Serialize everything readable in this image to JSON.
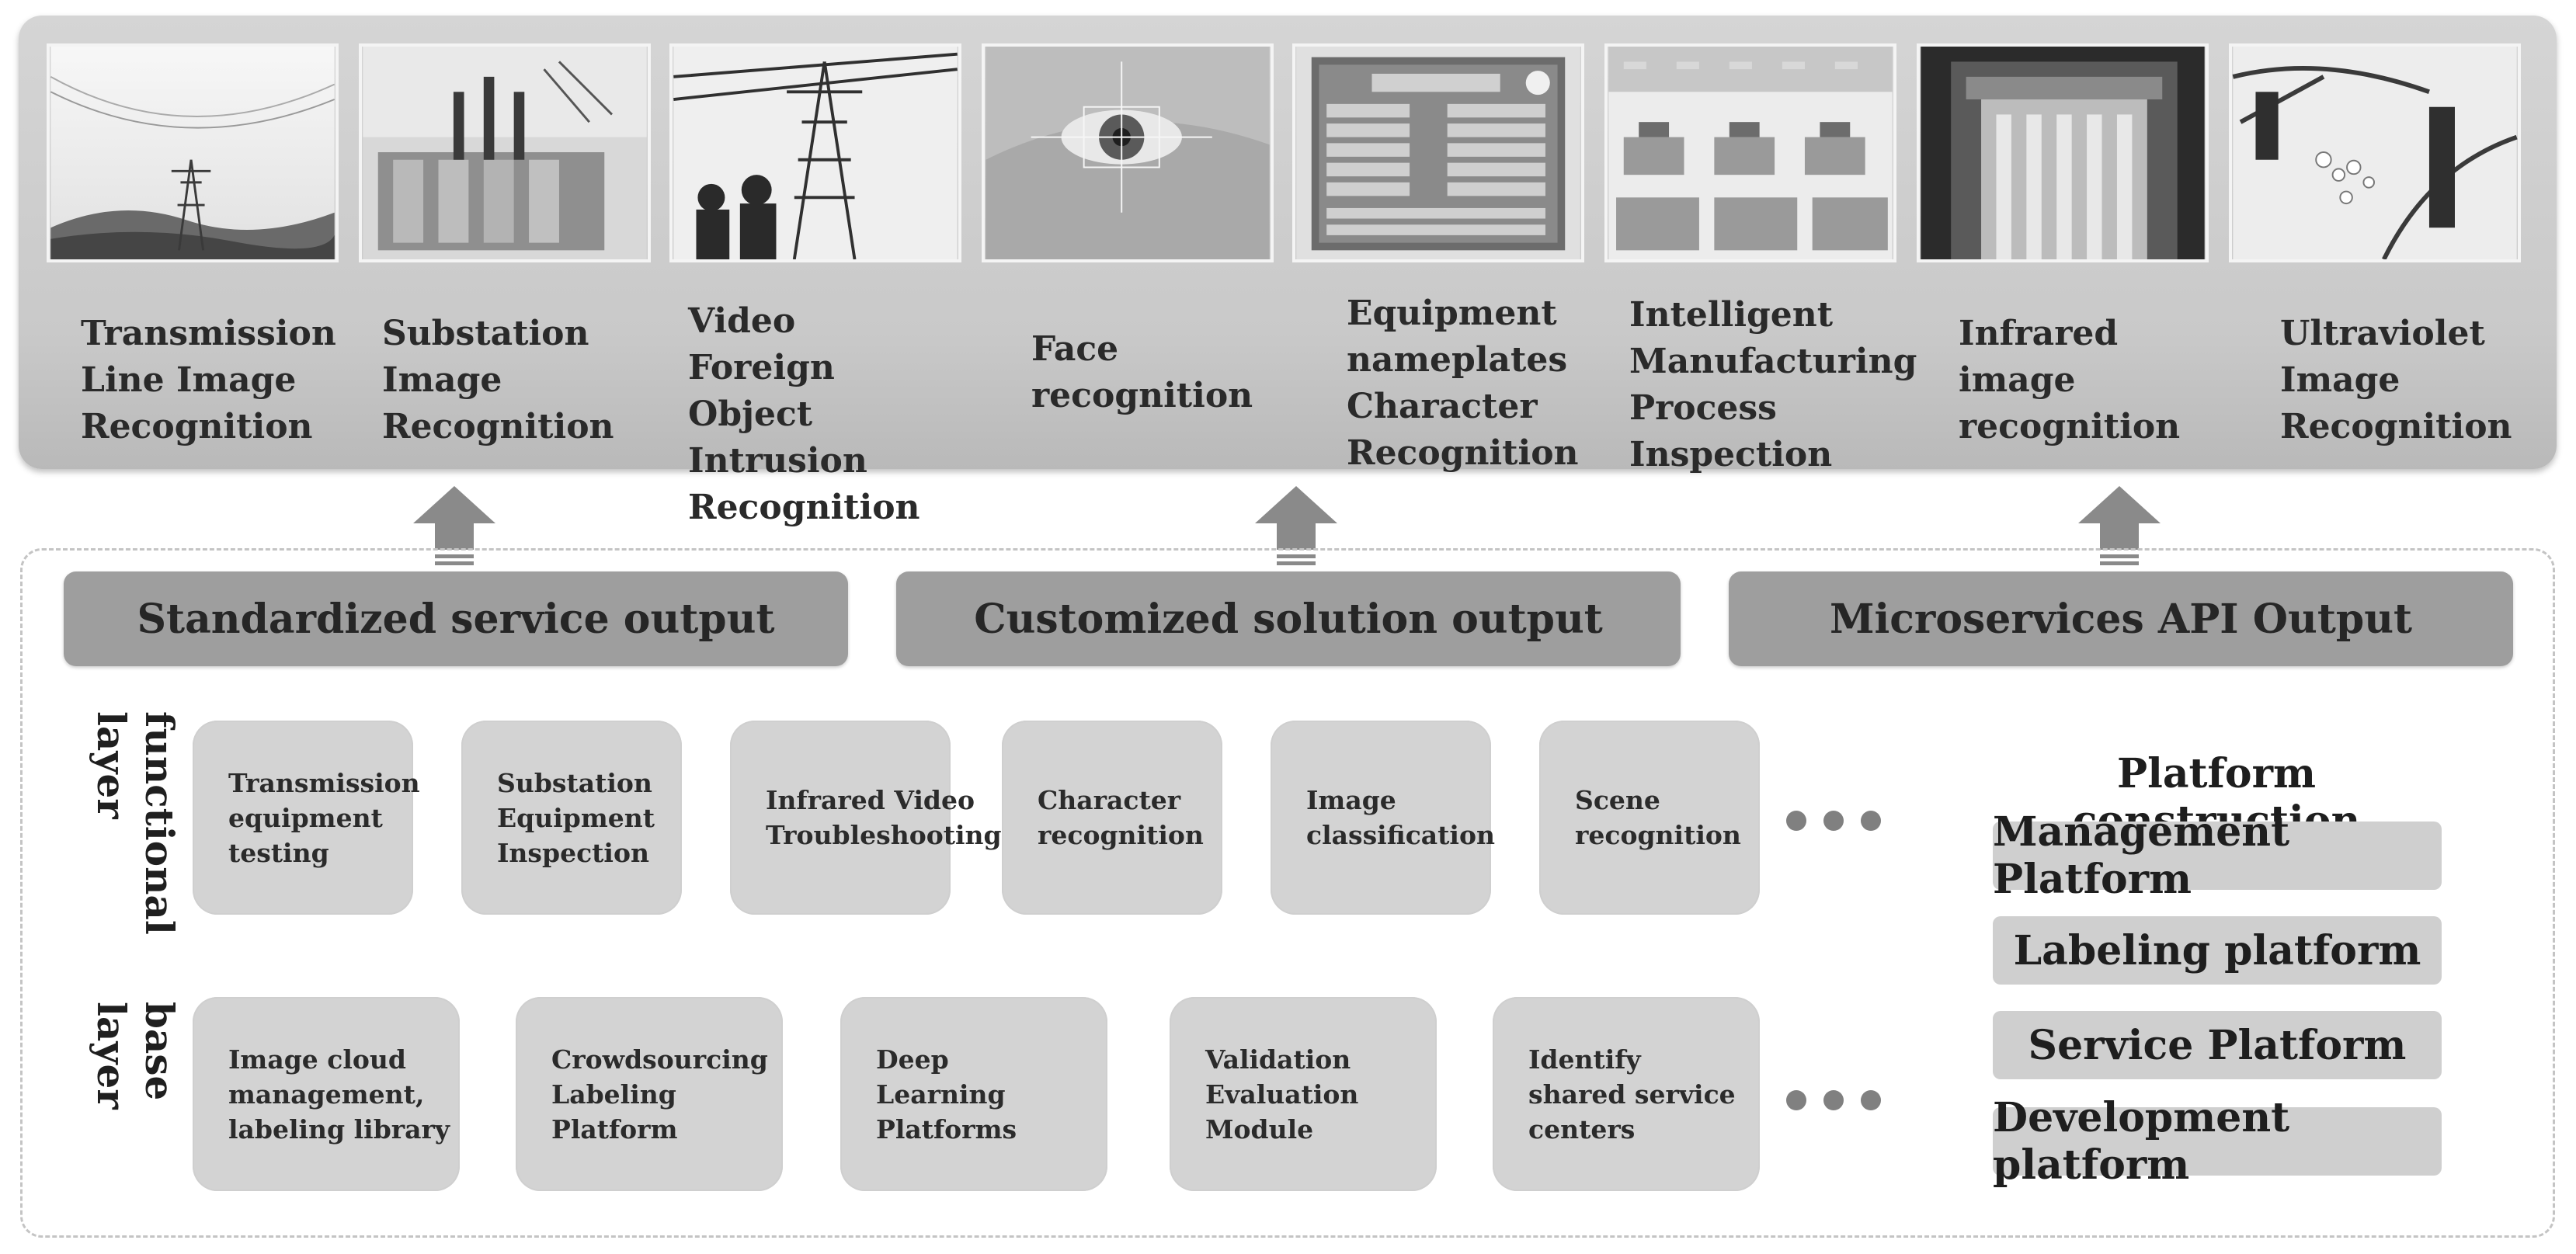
{
  "applications": [
    {
      "id": "transmission-line",
      "icon": "transmission-tower-landscape-photo",
      "lines": [
        "Transmission",
        "Line Image",
        "Recognition"
      ]
    },
    {
      "id": "substation",
      "icon": "substation-transformer-photo",
      "lines": [
        "Substation",
        "Image",
        "Recognition"
      ]
    },
    {
      "id": "video-foreign-object",
      "icon": "workers-and-pylon-photo",
      "lines": [
        "Video Foreign",
        "Object",
        "Intrusion",
        "Recognition"
      ]
    },
    {
      "id": "face",
      "icon": "eye-target-photo",
      "lines": [
        "Face",
        "recognition"
      ]
    },
    {
      "id": "nameplate",
      "icon": "equipment-nameplate-photo",
      "lines": [
        "Equipment",
        "nameplates",
        "Character",
        "Recognition"
      ]
    },
    {
      "id": "manufacturing",
      "icon": "factory-floor-photo",
      "lines": [
        "Intelligent",
        "Manufacturing",
        "Process",
        "Inspection"
      ]
    },
    {
      "id": "infrared",
      "icon": "infrared-thermal-photo",
      "lines": [
        "Infrared",
        "image",
        "recognition"
      ]
    },
    {
      "id": "ultraviolet",
      "icon": "ultraviolet-insulator-photo",
      "lines": [
        "Ultraviolet",
        "Image",
        "Recognition"
      ]
    }
  ],
  "outputs": [
    {
      "id": "standardized",
      "label": "Standardized service output"
    },
    {
      "id": "customized",
      "label": "Customized solution output"
    },
    {
      "id": "microservices",
      "label": "Microservices API Output"
    }
  ],
  "functional_layer": {
    "label": [
      "functional",
      "layer"
    ],
    "items": [
      {
        "id": "transmission-equipment-testing",
        "lines": [
          "Transmission",
          "equipment",
          "testing"
        ]
      },
      {
        "id": "substation-equipment-inspection",
        "lines": [
          "Substation",
          "Equipment",
          "Inspection"
        ]
      },
      {
        "id": "infrared-video-troubleshooting",
        "lines": [
          "Infrared Video",
          "Troubleshooting"
        ]
      },
      {
        "id": "character-recognition",
        "lines": [
          "Character",
          "recognition"
        ]
      },
      {
        "id": "image-classification",
        "lines": [
          "Image",
          "classification"
        ]
      },
      {
        "id": "scene-recognition",
        "lines": [
          "Scene",
          "recognition"
        ]
      }
    ]
  },
  "base_layer": {
    "label": [
      "base",
      "layer"
    ],
    "items": [
      {
        "id": "image-cloud-management",
        "lines": [
          "Image cloud",
          "management,",
          "labeling library"
        ]
      },
      {
        "id": "crowdsourcing-labeling",
        "lines": [
          "Crowdsourcing",
          "Labeling",
          "Platform"
        ]
      },
      {
        "id": "deep-learning",
        "lines": [
          "Deep",
          "Learning",
          "Platforms"
        ]
      },
      {
        "id": "validation-evaluation",
        "lines": [
          "Validation",
          "Evaluation",
          "Module"
        ]
      },
      {
        "id": "shared-service-centers",
        "lines": [
          "Identify",
          "shared service",
          "centers"
        ]
      }
    ]
  },
  "platform_construction": {
    "title": "Platform construction",
    "items": [
      "Management Platform",
      "Labeling platform",
      "Service Platform",
      "Development platform"
    ]
  }
}
